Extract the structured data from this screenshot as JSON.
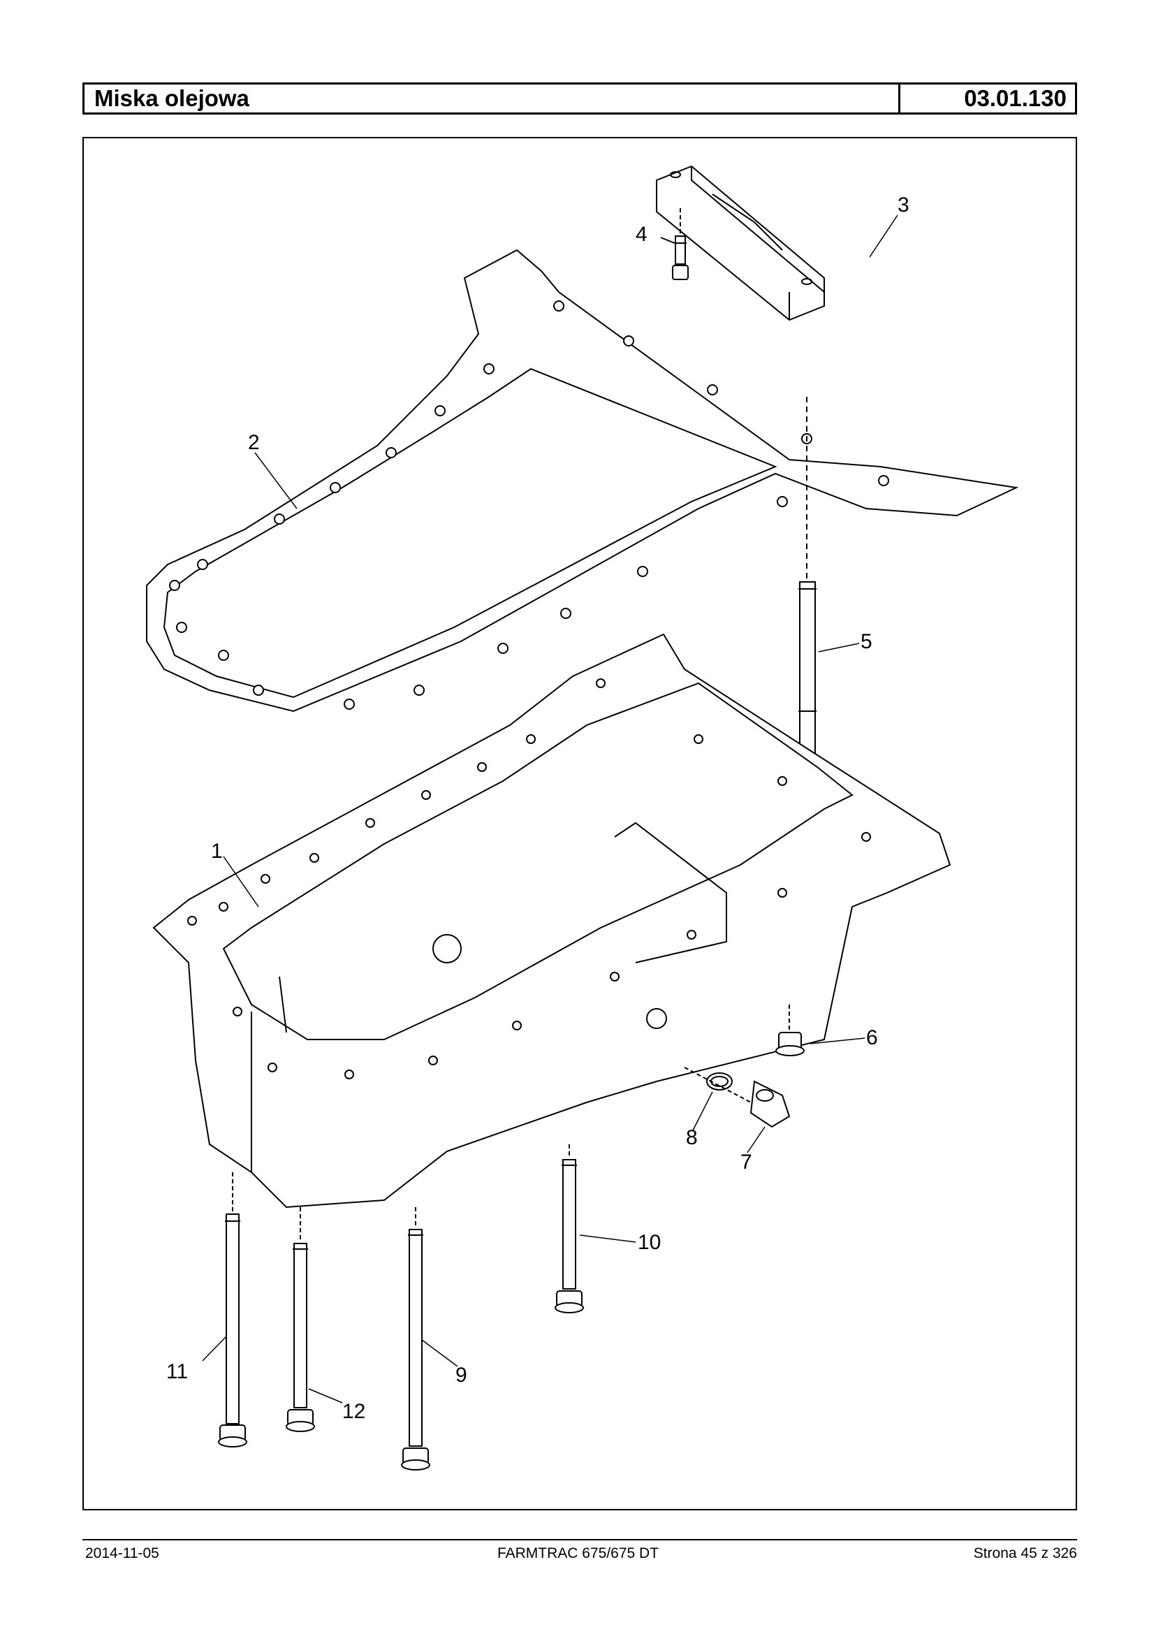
{
  "header": {
    "title": "Miska olejowa",
    "code": "03.01.130"
  },
  "diagram": {
    "callouts": {
      "c1": "1",
      "c2": "2",
      "c3": "3",
      "c4": "4",
      "c5": "5",
      "c6": "6",
      "c7": "7",
      "c8": "8",
      "c9": "9",
      "c10": "10",
      "c11": "11",
      "c12": "12"
    }
  },
  "footer": {
    "date": "2014-11-05",
    "model": "FARMTRAC 675/675 DT",
    "page": "Strona 45 z 326"
  }
}
